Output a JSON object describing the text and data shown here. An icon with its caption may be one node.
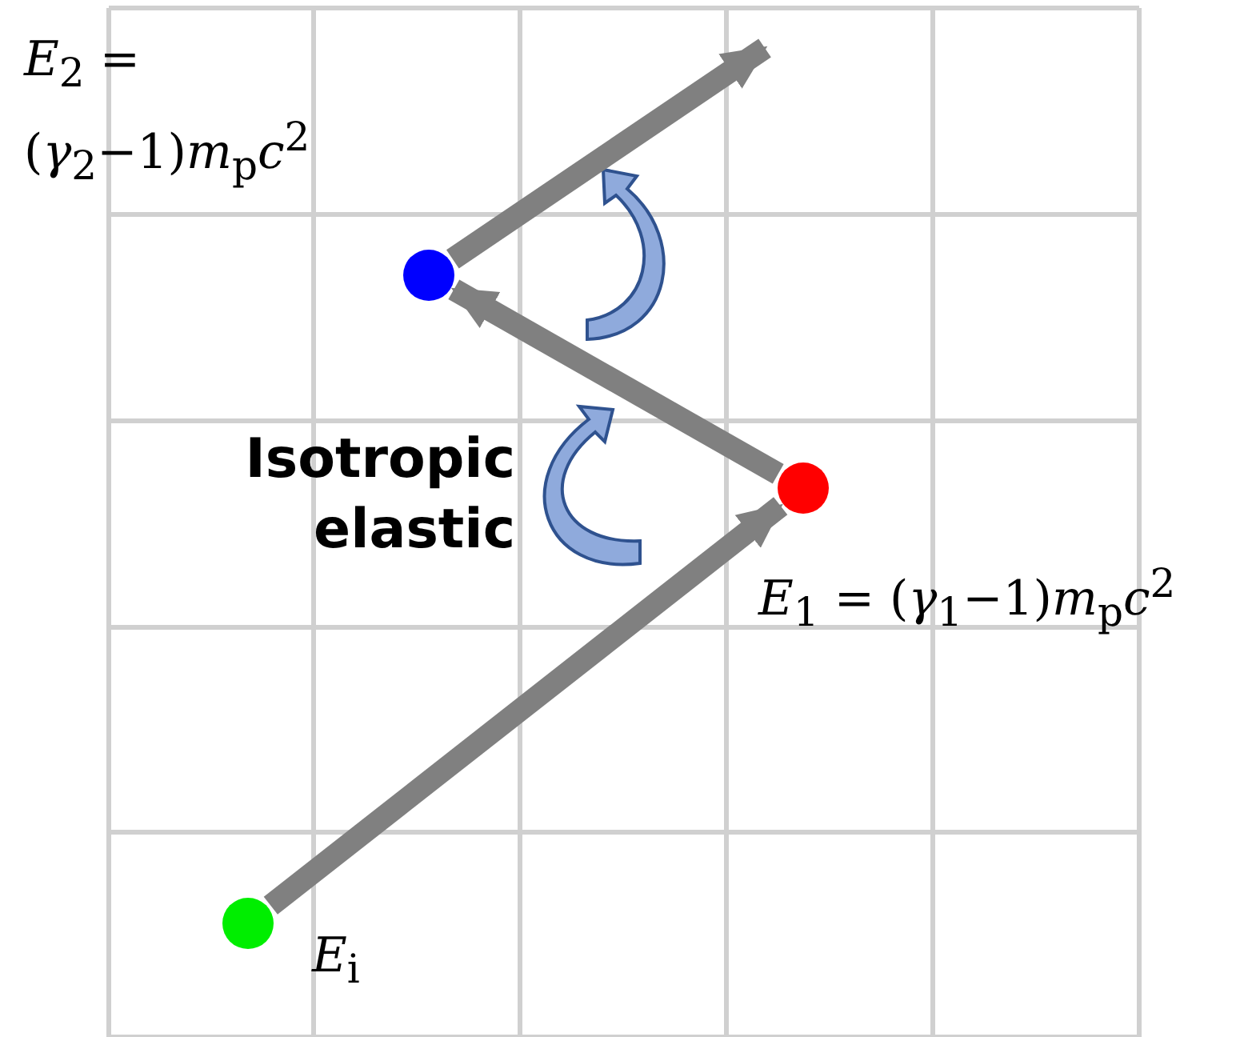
{
  "diagram": {
    "nodes": [
      {
        "text": [],
        "shape": "circle",
        "beside": [
          "*E*$_{i}$"
        ]
      },
      {
        "text": [],
        "shape": "circle",
        "beside": [
          "*E*$_{1}$ = (*γ*$_{1}$−1)*m*$_{p}$*c*$^{2}$"
        ]
      },
      {
        "text": [],
        "shape": "circle",
        "beside": [
          "*E*$_{2}$ = (*γ*$_{2}$−1)*m*$_{p}$*c*$^{2}$"
        ]
      }
    ],
    "edges": [
      {
        "from": 0,
        "to": 1,
        "arrow": "to"
      },
      {
        "from": 1,
        "to": 2,
        "arrow": "to"
      },
      {
        "from": 2,
        "to": null,
        "arrow": "to"
      }
    ],
    "labels": [
      "Isotropic elastic"
    ]
  }
}
